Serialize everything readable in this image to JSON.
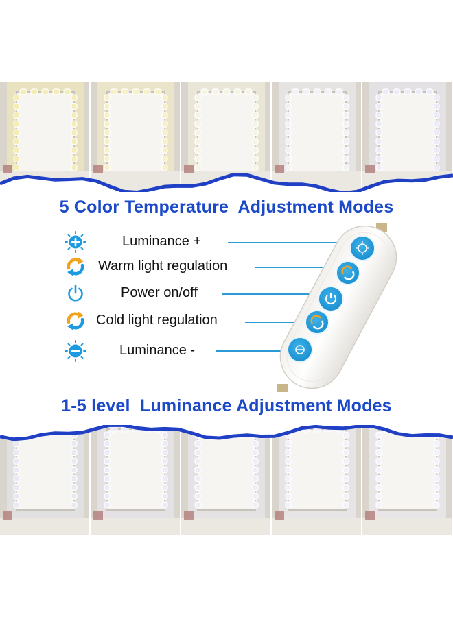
{
  "headings": {
    "top": "5 Color Temperature  Adjustment Modes",
    "bottom": "1-5 level  Luminance Adjustment Modes"
  },
  "functions": [
    {
      "label": "Luminance +",
      "icon": "plus-circle-icon"
    },
    {
      "label": "Warm light regulation",
      "icon": "cycle-arrows-icon"
    },
    {
      "label": "Power on/off",
      "icon": "power-icon"
    },
    {
      "label": "Cold light regulation",
      "icon": "cycle-arrows-icon"
    },
    {
      "label": "Luminance -",
      "icon": "minus-sun-icon"
    }
  ],
  "colors": {
    "heading": "#1b49c8",
    "accent": "#2c9ad6",
    "icon_blue": "#1d9be0",
    "icon_orange": "#f3a21c",
    "wave_blue": "#1f3fc4"
  },
  "color_temperature_swatches": [
    "#f5edb7",
    "#f7f1c9",
    "#f6f4e2",
    "#f1f1f6",
    "#ecebf7"
  ],
  "luminance_swatches": [
    "#e8e9f2",
    "#ecebf7",
    "#efedf8",
    "#f2f0fa",
    "#f4f2fb"
  ]
}
